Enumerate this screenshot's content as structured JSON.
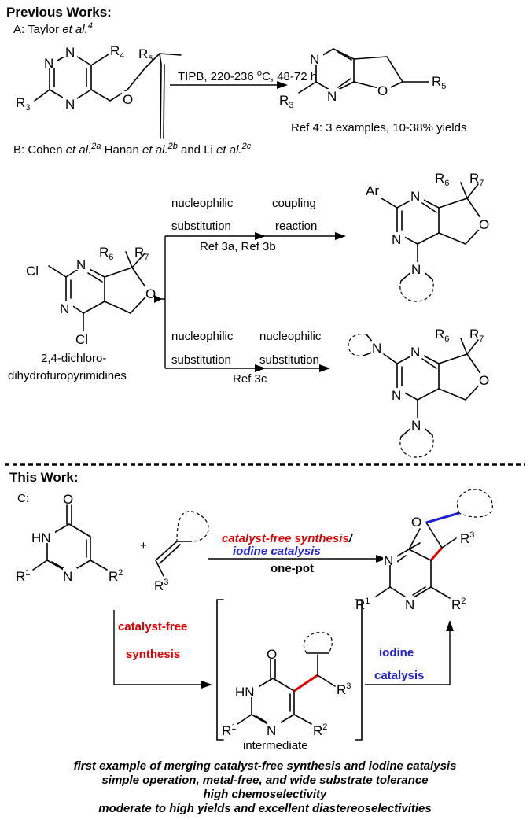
{
  "section_a": {
    "header": "Previous Works:",
    "label_prefix": "A: Taylor ",
    "label_etal": "et al.",
    "label_ref": "4",
    "conditions": "TIPB, 220-236 °C, 48-72 h",
    "result": "Ref 4: 3 examples, 10-38% yields"
  },
  "section_b": {
    "label_prefix": "B: Cohen ",
    "label_etal1": "et al.",
    "label_ref1": "2a",
    "label_mid1": " Hanan ",
    "label_etal2": "et al.",
    "label_ref2": "2b",
    "label_mid2": " and Li ",
    "label_etal3": "et al.",
    "label_ref3": "2c",
    "route1_step1_line1": "nucleophilic",
    "route1_step1_line2": "substitution",
    "route1_step2_line1": "coupling",
    "route1_step2_line2": "reaction",
    "route1_ref": "Ref 3a, Ref 3b",
    "route2_step1_line1": "nucleophilic",
    "route2_step1_line2": "substitution",
    "route2_step2_line1": "nucleophilic",
    "route2_step2_line2": "substitution",
    "route2_ref": "Ref 3c",
    "sm_name_line1": "2,4-dichloro-",
    "sm_name_line2": "dihydrofuropyrimidines"
  },
  "section_c": {
    "header": "This Work:",
    "label": "C:",
    "cond_red": "catalyst-free synthesis",
    "cond_slash": "/",
    "cond_blue": "iodine catalysis",
    "cond_onepot": "one-pot",
    "step1_line1": "catalyst-free",
    "step1_line2": "synthesis",
    "step2_line1": "iodine",
    "step2_line2": "catalysis",
    "intermediate": "intermediate",
    "plus": "+"
  },
  "atoms": {
    "N": "N",
    "O": "O",
    "Cl": "Cl",
    "Ar": "Ar",
    "HN": "HN",
    "R": "R",
    "s1": "1",
    "s2": "2",
    "s3": "3",
    "s4": "4",
    "s5": "5",
    "s6": "6",
    "s7": "7"
  },
  "summary": [
    "first example of merging catalyst-free synthesis and iodine catalysis",
    "simple operation, metal-free, and wide substrate tolerance",
    "high chemoselectivity",
    "moderate to high yields and excellent diastereoselectivities"
  ]
}
